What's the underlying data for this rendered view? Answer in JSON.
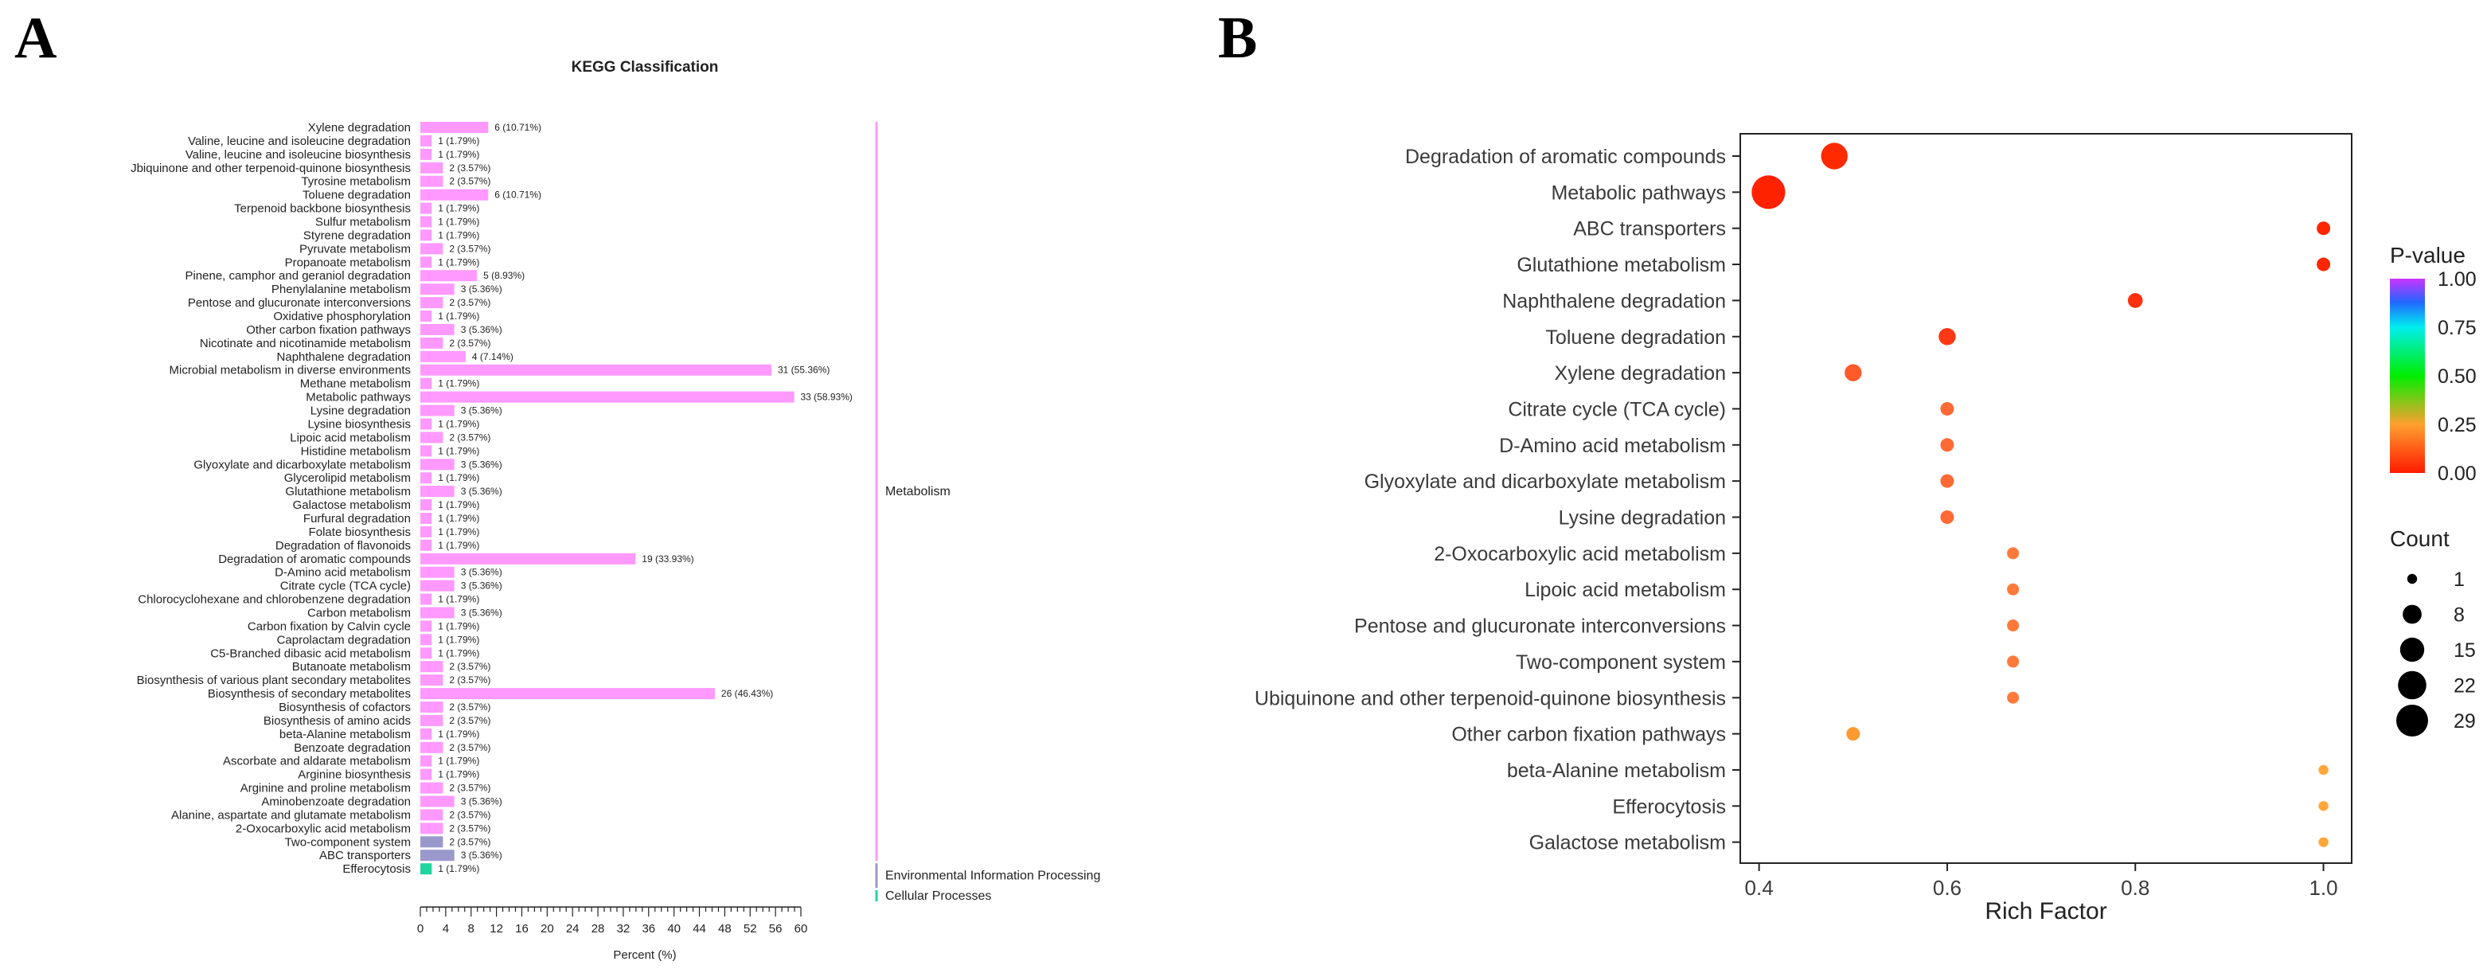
{
  "panels": {
    "a_letter": "A",
    "b_letter": "B"
  },
  "chart_data": [
    {
      "type": "bar",
      "orientation": "horizontal",
      "title": "KEGG Classification",
      "xlabel": "Percent (%)",
      "xlim": [
        0,
        60
      ],
      "xticks": [
        "0",
        "4",
        "8",
        "12",
        "16",
        "20",
        "24",
        "28",
        "32",
        "36",
        "40",
        "44",
        "48",
        "52",
        "56",
        "60"
      ],
      "colors": {
        "Metabolism": "#ff99ff",
        "Environmental Information Processing": "#9999cc",
        "Cellular Processes": "#1fd6a0"
      },
      "groups": [
        {
          "name": "Metabolism",
          "start": 0,
          "end": 54
        },
        {
          "name": "Environmental Information Processing",
          "start": 55,
          "end": 56
        },
        {
          "name": "Cellular Processes",
          "start": 57,
          "end": 57
        }
      ],
      "categories": [
        {
          "label": "Xylene degradation",
          "count": 6,
          "percent": 10.71,
          "value_label": "6 (10.71%)",
          "group": "Metabolism"
        },
        {
          "label": "Valine, leucine and isoleucine degradation",
          "count": 1,
          "percent": 1.79,
          "value_label": "1 (1.79%)",
          "group": "Metabolism"
        },
        {
          "label": "Valine, leucine and isoleucine biosynthesis",
          "count": 1,
          "percent": 1.79,
          "value_label": "1 (1.79%)",
          "group": "Metabolism"
        },
        {
          "label": "Jbiquinone and other terpenoid-quinone biosynthesis",
          "count": 2,
          "percent": 3.57,
          "value_label": "2 (3.57%)",
          "group": "Metabolism"
        },
        {
          "label": "Tyrosine metabolism",
          "count": 2,
          "percent": 3.57,
          "value_label": "2 (3.57%)",
          "group": "Metabolism"
        },
        {
          "label": "Toluene degradation",
          "count": 6,
          "percent": 10.71,
          "value_label": "6 (10.71%)",
          "group": "Metabolism"
        },
        {
          "label": "Terpenoid backbone biosynthesis",
          "count": 1,
          "percent": 1.79,
          "value_label": "1 (1.79%)",
          "group": "Metabolism"
        },
        {
          "label": "Sulfur metabolism",
          "count": 1,
          "percent": 1.79,
          "value_label": "1 (1.79%)",
          "group": "Metabolism"
        },
        {
          "label": "Styrene degradation",
          "count": 1,
          "percent": 1.79,
          "value_label": "1 (1.79%)",
          "group": "Metabolism"
        },
        {
          "label": "Pyruvate metabolism",
          "count": 2,
          "percent": 3.57,
          "value_label": "2 (3.57%)",
          "group": "Metabolism"
        },
        {
          "label": "Propanoate metabolism",
          "count": 1,
          "percent": 1.79,
          "value_label": "1 (1.79%)",
          "group": "Metabolism"
        },
        {
          "label": "Pinene, camphor and geraniol degradation",
          "count": 5,
          "percent": 8.93,
          "value_label": "5 (8.93%)",
          "group": "Metabolism"
        },
        {
          "label": "Phenylalanine metabolism",
          "count": 3,
          "percent": 5.36,
          "value_label": "3 (5.36%)",
          "group": "Metabolism"
        },
        {
          "label": "Pentose and glucuronate interconversions",
          "count": 2,
          "percent": 3.57,
          "value_label": "2 (3.57%)",
          "group": "Metabolism"
        },
        {
          "label": "Oxidative phosphorylation",
          "count": 1,
          "percent": 1.79,
          "value_label": "1 (1.79%)",
          "group": "Metabolism"
        },
        {
          "label": "Other carbon fixation pathways",
          "count": 3,
          "percent": 5.36,
          "value_label": "3 (5.36%)",
          "group": "Metabolism"
        },
        {
          "label": "Nicotinate and nicotinamide metabolism",
          "count": 2,
          "percent": 3.57,
          "value_label": "2 (3.57%)",
          "group": "Metabolism"
        },
        {
          "label": "Naphthalene degradation",
          "count": 4,
          "percent": 7.14,
          "value_label": "4 (7.14%)",
          "group": "Metabolism"
        },
        {
          "label": "Microbial metabolism in diverse environments",
          "count": 31,
          "percent": 55.36,
          "value_label": "31 (55.36%)",
          "group": "Metabolism"
        },
        {
          "label": "Methane metabolism",
          "count": 1,
          "percent": 1.79,
          "value_label": "1 (1.79%)",
          "group": "Metabolism"
        },
        {
          "label": "Metabolic pathways",
          "count": 33,
          "percent": 58.93,
          "value_label": "33 (58.93%)",
          "group": "Metabolism"
        },
        {
          "label": "Lysine degradation",
          "count": 3,
          "percent": 5.36,
          "value_label": "3 (5.36%)",
          "group": "Metabolism"
        },
        {
          "label": "Lysine biosynthesis",
          "count": 1,
          "percent": 1.79,
          "value_label": "1 (1.79%)",
          "group": "Metabolism"
        },
        {
          "label": "Lipoic acid metabolism",
          "count": 2,
          "percent": 3.57,
          "value_label": "2 (3.57%)",
          "group": "Metabolism"
        },
        {
          "label": "Histidine metabolism",
          "count": 1,
          "percent": 1.79,
          "value_label": "1 (1.79%)",
          "group": "Metabolism"
        },
        {
          "label": "Glyoxylate and dicarboxylate metabolism",
          "count": 3,
          "percent": 5.36,
          "value_label": "3 (5.36%)",
          "group": "Metabolism"
        },
        {
          "label": "Glycerolipid metabolism",
          "count": 1,
          "percent": 1.79,
          "value_label": "1 (1.79%)",
          "group": "Metabolism"
        },
        {
          "label": "Glutathione metabolism",
          "count": 3,
          "percent": 5.36,
          "value_label": "3 (5.36%)",
          "group": "Metabolism"
        },
        {
          "label": "Galactose metabolism",
          "count": 1,
          "percent": 1.79,
          "value_label": "1 (1.79%)",
          "group": "Metabolism"
        },
        {
          "label": "Furfural degradation",
          "count": 1,
          "percent": 1.79,
          "value_label": "1 (1.79%)",
          "group": "Metabolism"
        },
        {
          "label": "Folate biosynthesis",
          "count": 1,
          "percent": 1.79,
          "value_label": "1 (1.79%)",
          "group": "Metabolism"
        },
        {
          "label": "Degradation of flavonoids",
          "count": 1,
          "percent": 1.79,
          "value_label": "1 (1.79%)",
          "group": "Metabolism"
        },
        {
          "label": "Degradation of aromatic compounds",
          "count": 19,
          "percent": 33.93,
          "value_label": "19 (33.93%)",
          "group": "Metabolism"
        },
        {
          "label": "D-Amino acid metabolism",
          "count": 3,
          "percent": 5.36,
          "value_label": "3 (5.36%)",
          "group": "Metabolism"
        },
        {
          "label": "Citrate cycle (TCA cycle)",
          "count": 3,
          "percent": 5.36,
          "value_label": "3 (5.36%)",
          "group": "Metabolism"
        },
        {
          "label": "Chlorocyclohexane and chlorobenzene degradation",
          "count": 1,
          "percent": 1.79,
          "value_label": "1 (1.79%)",
          "group": "Metabolism"
        },
        {
          "label": "Carbon metabolism",
          "count": 3,
          "percent": 5.36,
          "value_label": "3 (5.36%)",
          "group": "Metabolism"
        },
        {
          "label": "Carbon fixation by Calvin cycle",
          "count": 1,
          "percent": 1.79,
          "value_label": "1 (1.79%)",
          "group": "Metabolism"
        },
        {
          "label": "Caprolactam degradation",
          "count": 1,
          "percent": 1.79,
          "value_label": "1 (1.79%)",
          "group": "Metabolism"
        },
        {
          "label": "C5-Branched dibasic acid metabolism",
          "count": 1,
          "percent": 1.79,
          "value_label": "1 (1.79%)",
          "group": "Metabolism"
        },
        {
          "label": "Butanoate metabolism",
          "count": 2,
          "percent": 3.57,
          "value_label": "2 (3.57%)",
          "group": "Metabolism"
        },
        {
          "label": "Biosynthesis of various plant secondary metabolites",
          "count": 2,
          "percent": 3.57,
          "value_label": "2 (3.57%)",
          "group": "Metabolism"
        },
        {
          "label": "Biosynthesis of secondary metabolites",
          "count": 26,
          "percent": 46.43,
          "value_label": "26 (46.43%)",
          "group": "Metabolism"
        },
        {
          "label": "Biosynthesis of cofactors",
          "count": 2,
          "percent": 3.57,
          "value_label": "2 (3.57%)",
          "group": "Metabolism"
        },
        {
          "label": "Biosynthesis of amino acids",
          "count": 2,
          "percent": 3.57,
          "value_label": "2 (3.57%)",
          "group": "Metabolism"
        },
        {
          "label": "beta-Alanine metabolism",
          "count": 1,
          "percent": 1.79,
          "value_label": "1 (1.79%)",
          "group": "Metabolism"
        },
        {
          "label": "Benzoate degradation",
          "count": 2,
          "percent": 3.57,
          "value_label": "2 (3.57%)",
          "group": "Metabolism"
        },
        {
          "label": "Ascorbate and aldarate metabolism",
          "count": 1,
          "percent": 1.79,
          "value_label": "1 (1.79%)",
          "group": "Metabolism"
        },
        {
          "label": "Arginine biosynthesis",
          "count": 1,
          "percent": 1.79,
          "value_label": "1 (1.79%)",
          "group": "Metabolism"
        },
        {
          "label": "Arginine and proline metabolism",
          "count": 2,
          "percent": 3.57,
          "value_label": "2 (3.57%)",
          "group": "Metabolism"
        },
        {
          "label": "Aminobenzoate degradation",
          "count": 3,
          "percent": 5.36,
          "value_label": "3 (5.36%)",
          "group": "Metabolism"
        },
        {
          "label": "Alanine, aspartate and glutamate metabolism",
          "count": 2,
          "percent": 3.57,
          "value_label": "2 (3.57%)",
          "group": "Metabolism"
        },
        {
          "label": "2-Oxocarboxylic acid metabolism",
          "count": 2,
          "percent": 3.57,
          "value_label": "2 (3.57%)",
          "group": "Metabolism"
        },
        {
          "label": "Two-component system",
          "count": 2,
          "percent": 3.57,
          "value_label": "2 (3.57%)",
          "group": "Environmental Information Processing"
        },
        {
          "label": "ABC transporters",
          "count": 3,
          "percent": 5.36,
          "value_label": "3 (5.36%)",
          "group": "Environmental Information Processing"
        },
        {
          "label": "Efferocytosis",
          "count": 1,
          "percent": 1.79,
          "value_label": "1 (1.79%)",
          "group": "Cellular Processes"
        }
      ]
    },
    {
      "type": "scatter",
      "subtype": "bubble",
      "xlabel": "Rich Factor",
      "xlim": [
        0.38,
        1.03
      ],
      "xticks": [
        0.4,
        0.6,
        0.8,
        1.0
      ],
      "xtick_labels": [
        "0.4",
        "0.6",
        "0.8",
        "1.0"
      ],
      "grid": false,
      "colorbar": {
        "title": "P-value",
        "range": [
          0,
          1
        ],
        "ticks": [
          "1.00",
          "0.75",
          "0.50",
          "0.25",
          "0.00"
        ],
        "stops": [
          "#ff1a00",
          "#ffa030",
          "#00ee00",
          "#00eeee",
          "#2266ff",
          "#cc33ff"
        ]
      },
      "size_legend": {
        "title": "Count",
        "values": [
          1,
          8,
          15,
          22,
          29
        ],
        "labels": [
          "1",
          "8",
          "15",
          "22",
          "29"
        ]
      },
      "points": [
        {
          "term": "Degradation of aromatic compounds",
          "rich_factor": 0.48,
          "count": 19,
          "color": "#ff2a00"
        },
        {
          "term": "Metabolic pathways",
          "rich_factor": 0.41,
          "count": 33,
          "color": "#ff2200"
        },
        {
          "term": "ABC transporters",
          "rich_factor": 1.0,
          "count": 3,
          "color": "#ff2600"
        },
        {
          "term": "Glutathione metabolism",
          "rich_factor": 1.0,
          "count": 3,
          "color": "#ff2600"
        },
        {
          "term": "Naphthalene degradation",
          "rich_factor": 0.8,
          "count": 4,
          "color": "#ff3010"
        },
        {
          "term": "Toluene degradation",
          "rich_factor": 0.6,
          "count": 6,
          "color": "#ff3816"
        },
        {
          "term": "Xylene degradation",
          "rich_factor": 0.5,
          "count": 6,
          "color": "#ff5a2a"
        },
        {
          "term": "Citrate cycle (TCA cycle)",
          "rich_factor": 0.6,
          "count": 3,
          "color": "#ff6a34"
        },
        {
          "term": "D-Amino acid metabolism",
          "rich_factor": 0.6,
          "count": 3,
          "color": "#ff6a34"
        },
        {
          "term": "Glyoxylate and dicarboxylate metabolism",
          "rich_factor": 0.6,
          "count": 3,
          "color": "#ff6a34"
        },
        {
          "term": "Lysine degradation",
          "rich_factor": 0.6,
          "count": 3,
          "color": "#ff6a34"
        },
        {
          "term": "2-Oxocarboxylic acid metabolism",
          "rich_factor": 0.67,
          "count": 2,
          "color": "#ff7a3a"
        },
        {
          "term": "Lipoic acid metabolism",
          "rich_factor": 0.67,
          "count": 2,
          "color": "#ff7a3a"
        },
        {
          "term": "Pentose and glucuronate interconversions",
          "rich_factor": 0.67,
          "count": 2,
          "color": "#ff7a3a"
        },
        {
          "term": "Two-component system",
          "rich_factor": 0.67,
          "count": 2,
          "color": "#ff7a3a"
        },
        {
          "term": "Ubiquinone and other terpenoid-quinone biosynthesis",
          "rich_factor": 0.67,
          "count": 2,
          "color": "#ff7a3a"
        },
        {
          "term": "Other carbon fixation pathways",
          "rich_factor": 0.5,
          "count": 3,
          "color": "#ff9a30"
        },
        {
          "term": "beta-Alanine metabolism",
          "rich_factor": 1.0,
          "count": 1,
          "color": "#ffa63a"
        },
        {
          "term": "Efferocytosis",
          "rich_factor": 1.0,
          "count": 1,
          "color": "#ffa63a"
        },
        {
          "term": "Galactose metabolism",
          "rich_factor": 1.0,
          "count": 1,
          "color": "#ffa63a"
        }
      ]
    }
  ]
}
